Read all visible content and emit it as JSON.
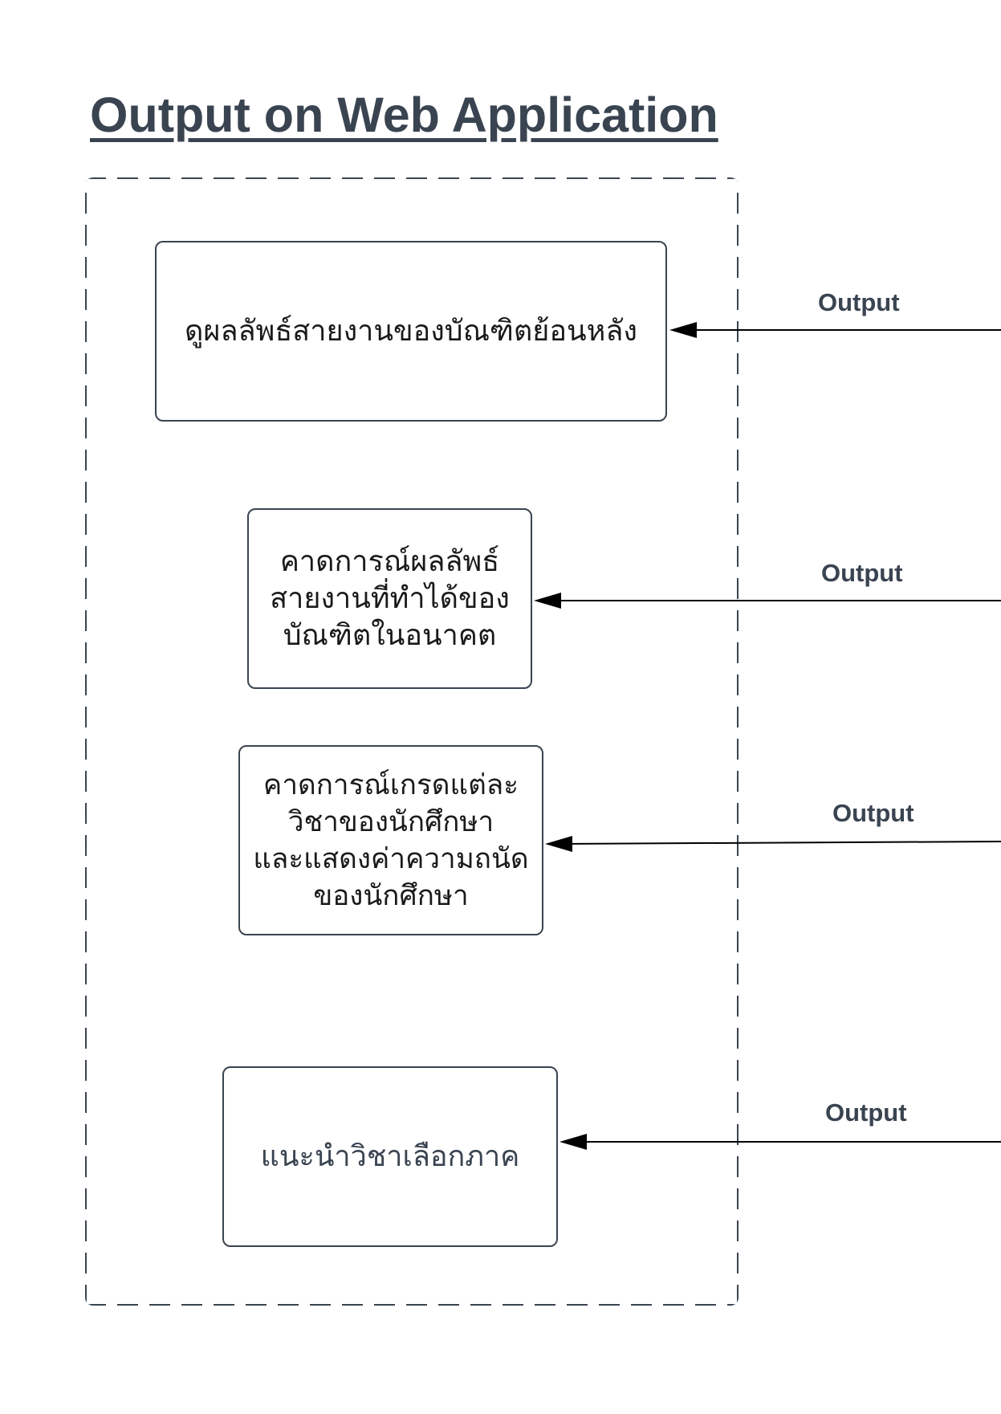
{
  "title": "Output on Web Application",
  "outputs": [
    {
      "label": "Output",
      "box_lines": [
        "ดูผลลัพธ์สายงานของบัณฑิตย้อนหลัง"
      ]
    },
    {
      "label": "Output",
      "box_lines": [
        "คาดการณ์ผลลัพธ์",
        "สายงานที่ทำได้ของ",
        "บัณฑิตในอนาคต"
      ]
    },
    {
      "label": "Output",
      "box_lines": [
        "คาดการณ์เกรดแต่ละ",
        "วิชาของนักศึกษา",
        "และแสดงค่าความถนัด",
        "ของนักศึกษา"
      ]
    },
    {
      "label": "Output",
      "box_lines": [
        "แนะนำวิชาเลือกภาค"
      ]
    }
  ],
  "colors": {
    "line": "#3a4451",
    "arrow": "#000000",
    "background": "#ffffff"
  }
}
